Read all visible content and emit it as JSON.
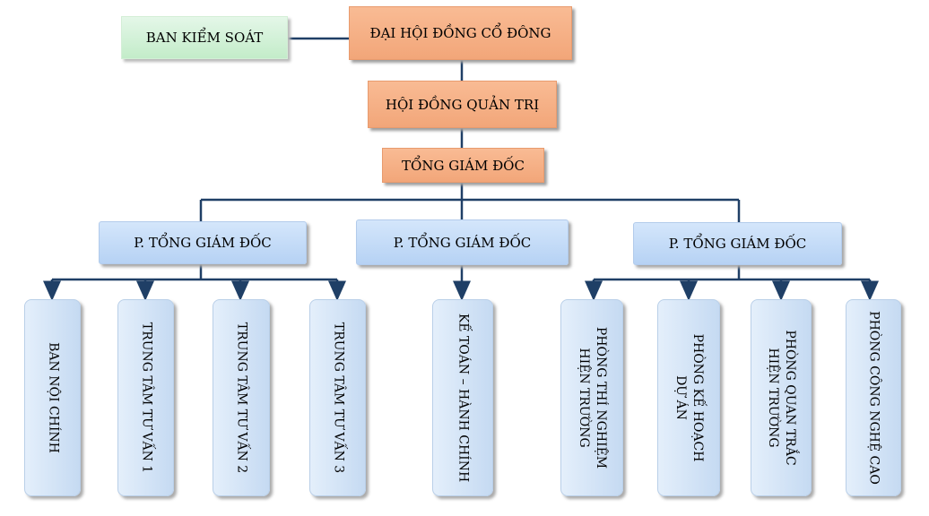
{
  "top": {
    "supervisory": "BAN KIỂM SOÁT",
    "shareholders": "ĐẠI HỘI ĐỒNG CỔ ĐÔNG",
    "board": "HỘI ĐỒNG QUẢN TRỊ",
    "ceo": "TỔNG GIÁM ĐỐC"
  },
  "deputies": [
    {
      "label": "P. TỔNG GIÁM ĐỐC"
    },
    {
      "label": "P. TỔNG GIÁM ĐỐC"
    },
    {
      "label": "P. TỔNG GIÁM ĐỐC"
    }
  ],
  "units": [
    {
      "lines": [
        "BAN NỘI CHÍNH"
      ]
    },
    {
      "lines": [
        "TRUNG TÂM TƯ VẤN 1"
      ]
    },
    {
      "lines": [
        "TRUNG TÂM TƯ VẤN 2"
      ]
    },
    {
      "lines": [
        "TRUNG TÂM TƯ VẤN 3"
      ]
    },
    {
      "lines": [
        "KẾ TOÁN – HÀNH CHÍNH"
      ]
    },
    {
      "lines": [
        "PHÒNG THÍ NGHIỆM",
        "HIỆN TRƯỜNG"
      ]
    },
    {
      "lines": [
        "PHÒNG KẾ HOẠCH",
        "DỰ ÁN"
      ]
    },
    {
      "lines": [
        "PHÒNG QUAN TRẮC",
        "HIỆN TRƯỜNG"
      ]
    },
    {
      "lines": [
        "PHÒNG CÔNG NGHỆ CAO"
      ]
    }
  ],
  "colors": {
    "connector": "#1f3f66",
    "green_box": "#c8eecd",
    "orange_box": "#f4aa7e",
    "blue_box": "#c4daf6"
  }
}
